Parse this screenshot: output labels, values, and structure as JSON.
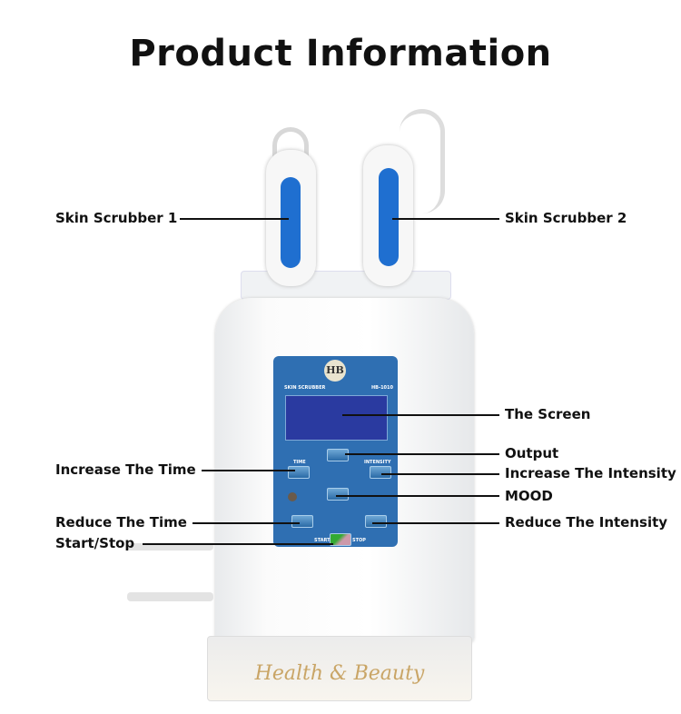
{
  "title": "Product Information",
  "labels": {
    "scrubber1": "Skin Scrubber 1",
    "scrubber2": "Skin Scrubber 2",
    "screen": "The Screen",
    "output": "Output",
    "increase_time": "Increase The Time",
    "increase_intensity": "Increase The Intensity",
    "mood": "MOOD",
    "reduce_time": "Reduce The Time",
    "reduce_intensity": "Reduce The Intensity",
    "start_stop": "Start/Stop"
  },
  "device": {
    "logo": "HB",
    "model_name": "SKIN SCRUBBER",
    "model_no": "HB-1010",
    "time": "TIME",
    "intensity": "INTENSITY",
    "start": "START",
    "stop": "STOP",
    "base_text": "Health & Beauty",
    "panel_color": "#2f6fb2",
    "screen_color": "#2a3aa0",
    "handle_accent": "#1f6fd0"
  }
}
